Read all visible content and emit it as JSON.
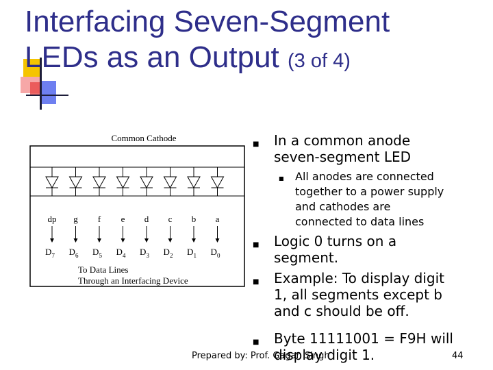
{
  "title": {
    "line1": "Interfacing Seven-Segment",
    "line2_main": "LEDs as an Output",
    "line2_sub": "(3 of 4)"
  },
  "circuit": {
    "header": "Common Cathode",
    "segments": [
      "dp",
      "g",
      "f",
      "e",
      "d",
      "c",
      "b",
      "a"
    ],
    "data_lines": [
      "D7",
      "D6",
      "D5",
      "D4",
      "D3",
      "D2",
      "D1",
      "D0"
    ],
    "caption_line1": "To Data Lines",
    "caption_line2": "Through an Interfacing Device"
  },
  "bullets": {
    "b1_line1": "In a common anode",
    "b1_line2": "seven-segment LED",
    "sub_line1": "All anodes are connected",
    "sub_line2": "together to a power supply",
    "sub_line3": "and cathodes are",
    "sub_line4": "connected to data lines",
    "b2_line1": "Logic 0 turns on a",
    "b2_line2": "segment.",
    "b3_line1": "Example: To display digit",
    "b3_line2": "1, all segments except b",
    "b3_line3": "and c should be off.",
    "b4_line1": "Byte 11111001 = F9H will",
    "b4_line2": "display digit 1."
  },
  "footer": {
    "text": "Prepared by: Prof. Gagan Singh",
    "page": "44"
  },
  "colors": {
    "title": "#2e2e8a",
    "deco_yellow": "#f5c400",
    "deco_red": "#e84a4a",
    "deco_blue": "#3a4fd6"
  }
}
